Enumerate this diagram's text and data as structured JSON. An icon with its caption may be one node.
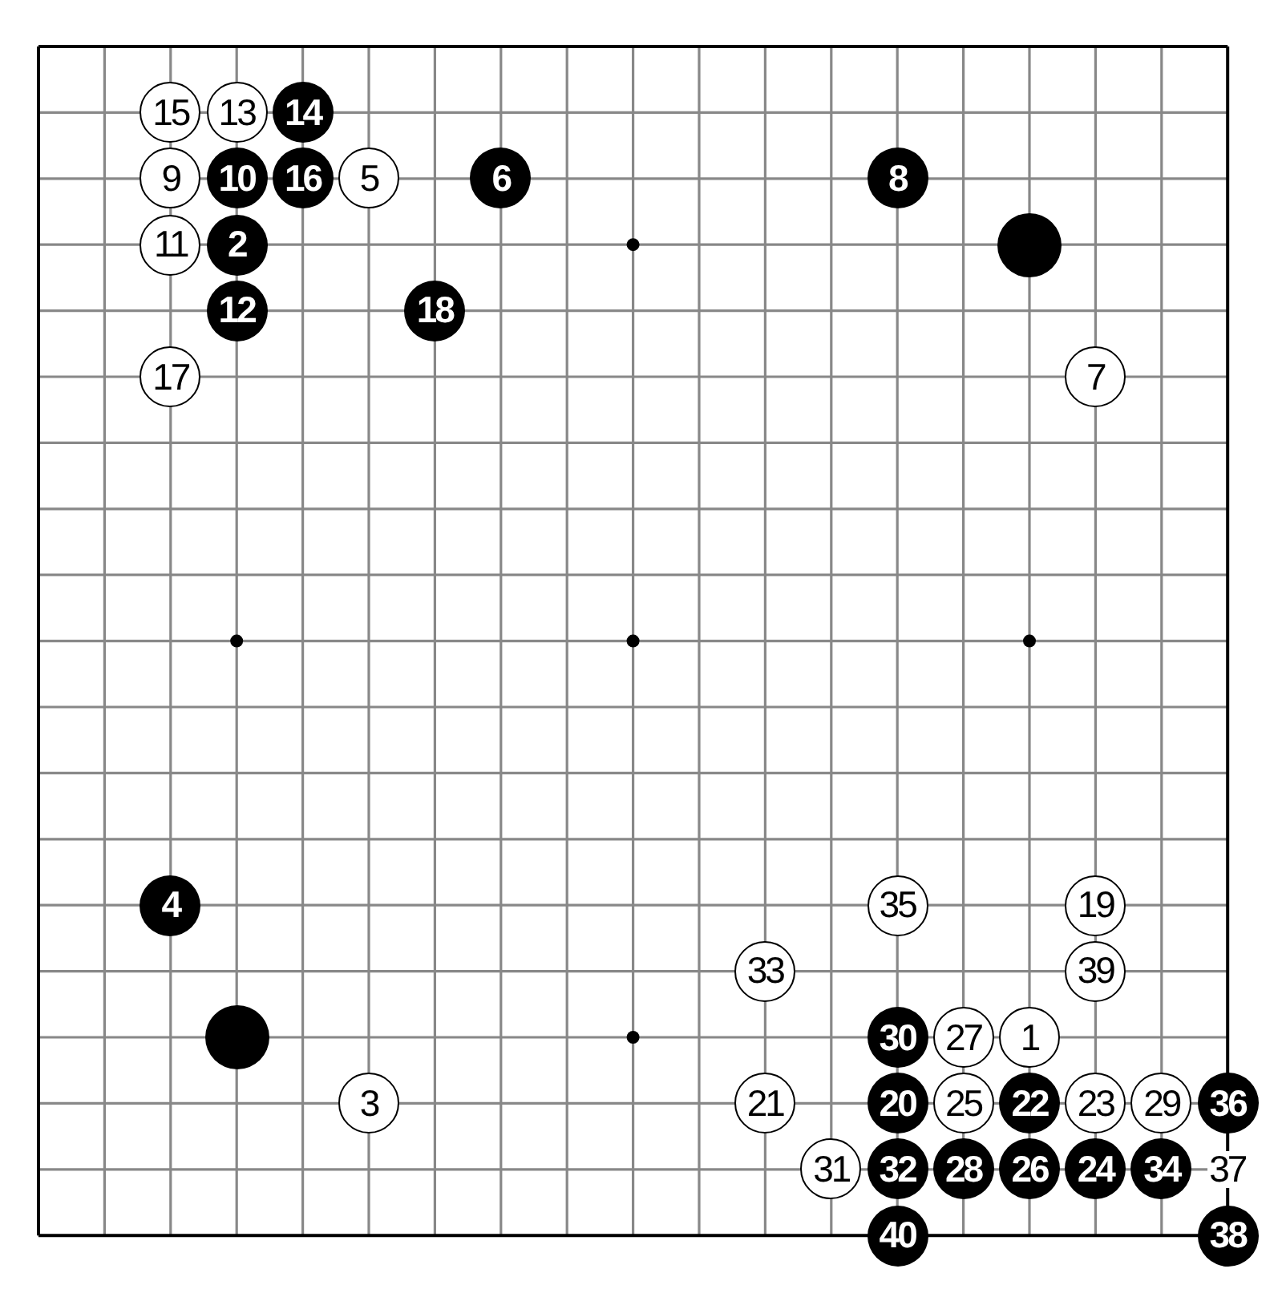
{
  "diagram": {
    "nodes": [
      {
        "text": [
          "15"
        ]
      },
      {
        "text": [
          "13"
        ]
      },
      {
        "text": [
          "14"
        ]
      },
      {
        "text": [
          "9"
        ]
      },
      {
        "text": [
          "10"
        ]
      },
      {
        "text": [
          "16"
        ]
      },
      {
        "text": [
          "5"
        ]
      },
      {
        "text": [
          "6"
        ]
      },
      {
        "text": [
          "8"
        ]
      },
      {
        "text": [
          "11"
        ]
      },
      {
        "text": [
          "2"
        ]
      },
      {
        "text": [],
        "shape": "circle"
      },
      {
        "text": [
          "12"
        ]
      },
      {
        "text": [
          "18"
        ]
      },
      {
        "text": [
          "17"
        ]
      },
      {
        "text": [
          "7"
        ]
      },
      {
        "text": [
          "4"
        ]
      },
      {
        "text": [
          "35"
        ]
      },
      {
        "text": [
          "19"
        ]
      },
      {
        "text": [
          "33"
        ]
      },
      {
        "text": [
          "39"
        ]
      },
      {
        "text": [],
        "shape": "circle"
      },
      {
        "text": [
          "30"
        ]
      },
      {
        "text": [
          "27"
        ]
      },
      {
        "text": [
          "1"
        ]
      },
      {
        "text": [
          "3"
        ]
      },
      {
        "text": [
          "21"
        ]
      },
      {
        "text": [
          "20"
        ]
      },
      {
        "text": [
          "25"
        ]
      },
      {
        "text": [
          "22"
        ]
      },
      {
        "text": [
          "23"
        ]
      },
      {
        "text": [
          "29"
        ]
      },
      {
        "text": [
          "36"
        ]
      },
      {
        "text": [
          "31"
        ]
      },
      {
        "text": [
          "32"
        ]
      },
      {
        "text": [
          "28"
        ]
      },
      {
        "text": [
          "26"
        ]
      },
      {
        "text": [
          "24"
        ]
      },
      {
        "text": [
          "34"
        ]
      },
      {
        "text": [
          "40"
        ]
      },
      {
        "text": [
          "38"
        ]
      }
    ],
    "labels": [
      "37"
    ]
  }
}
